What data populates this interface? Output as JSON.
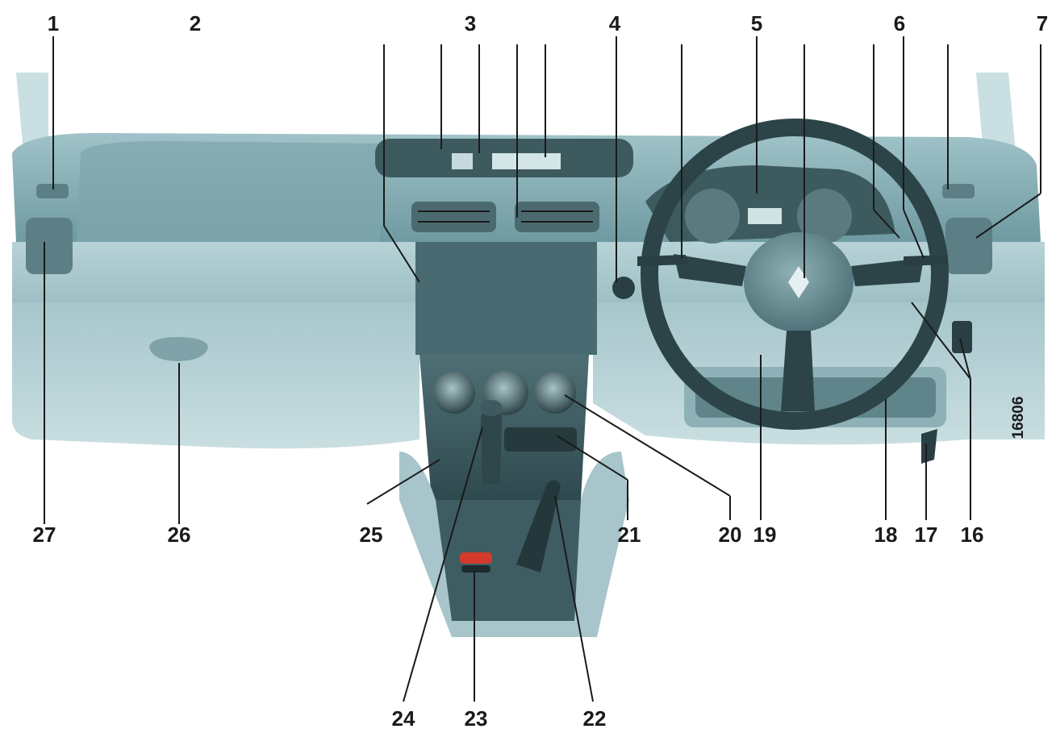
{
  "callouts": [
    "1",
    "2",
    "3",
    "4",
    "5",
    "6",
    "7",
    "16",
    "17",
    "18",
    "19",
    "20",
    "21",
    "22",
    "23",
    "24",
    "25",
    "26",
    "27"
  ],
  "reference_code": "16806"
}
